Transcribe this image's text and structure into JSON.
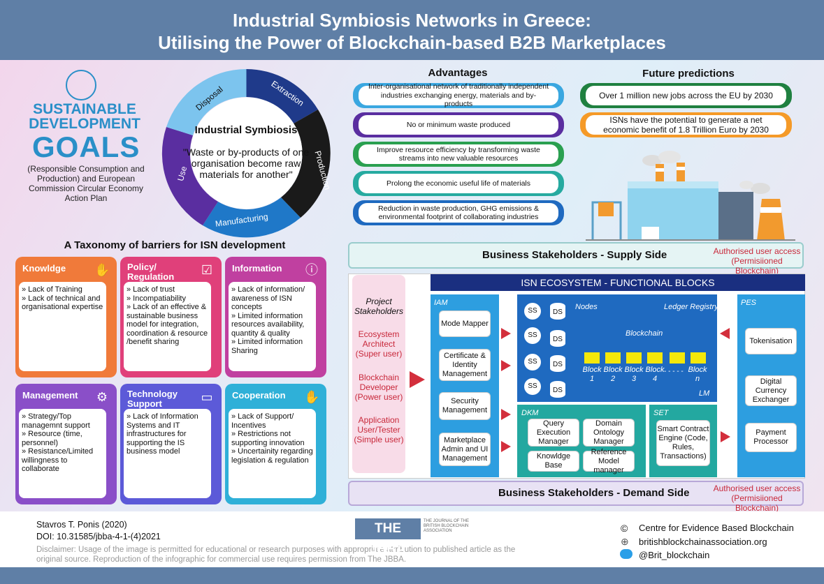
{
  "header": {
    "line1": "Industrial Symbiosis Networks in Greece:",
    "line2": "Utilising the Power of Blockchain-based B2B Marketplaces"
  },
  "sdg": {
    "line1": "SUSTAINABLE",
    "line2": "DEVELOPMENT",
    "line3": "GOALS",
    "sub": "(Responsible Consumption and Production) and European Commission Circular Economy Action Plan"
  },
  "symbiosis": {
    "title": "Industrial Symbiosis",
    "quote": "\"Waste or by-products of one organisation  become raw materials for another\"",
    "ring": [
      "Disposal",
      "Extraction",
      "Production",
      "Manufacturing",
      "Use"
    ]
  },
  "advantages": {
    "title": "Advantages",
    "items": [
      "Inter-organisational network of traditionally independent industries exchanging energy, materials and by-products",
      "No or minimum waste produced",
      "Improve resource efficiency by transforming waste streams into new valuable resources",
      "Prolong the economic useful life of materials",
      "Reduction in waste production, GHG emissions & environmental footprint of collaborating industries"
    ]
  },
  "future": {
    "title": "Future predictions",
    "items": [
      "Over 1 million new jobs across the EU by 2030",
      "ISNs have the potential to generate a net economic benefit of 1.8 Trillion Euro by 2030"
    ]
  },
  "barriers": {
    "title": "A Taxonomy of barriers for ISN development",
    "cards": [
      {
        "title": "Knowldge",
        "items": [
          "» Lack of Training",
          "» Lack of technical and organisational expertise"
        ]
      },
      {
        "title": "Policy/ Regulation",
        "items": [
          "» Lack of trust",
          "» Incompatiability",
          "» Lack of an effective & sustainable business model for integration, coordination & resource /benefit sharing"
        ]
      },
      {
        "title": "Information",
        "items": [
          "» Lack of information/ awareness of ISN concepts",
          "» Limited information resources availability, quantity & quality",
          "» Limited information Sharing"
        ]
      },
      {
        "title": "Management",
        "items": [
          "» Strategy/Top managemnt support",
          "» Resource (time, personnel)",
          "» Resistance/Limited willingness to collaborate"
        ]
      },
      {
        "title": "Technology Support",
        "items": [
          "» Lack of Information Systems and IT infrastructures for supporting the IS business model"
        ]
      },
      {
        "title": "Cooperation",
        "items": [
          "» Lack of Support/ Incentives",
          "» Restrictions not supporting innovation",
          "» Uncertainity regarding legislation & regulation"
        ]
      }
    ]
  },
  "ecosystem": {
    "supply": "Business Stakeholders - Supply Side",
    "demand": "Business Stakeholders - Demand Side",
    "access": "Authorised user access",
    "access2": "(Permisiioned Blockchain)",
    "title": "ISN ECOSYSTEM - FUNCTIONAL BLOCKS",
    "project": {
      "title": "Project Stakeholders",
      "roles": [
        "Ecosystem Architect (Super user)",
        "Blockchain Developer (Power user)",
        "Application User/Tester (Simple user)"
      ]
    },
    "iam": {
      "label": "IAM",
      "items": [
        "Mode Mapper",
        "Certificate & Identity Management",
        "Security Management",
        "Marketplace Admin and UI Management"
      ]
    },
    "ledger": {
      "nodes": "Nodes",
      "registry": "Ledger Registry",
      "blockchain": "Blockchain",
      "lm": "LM",
      "ss": "SS",
      "ds": "DS",
      "blocks": [
        "Block 1",
        "Block 2",
        "Block 3",
        "Block 4",
        "Block n"
      ],
      "dots": "- - - - -"
    },
    "dkm": {
      "label": "DKM",
      "items": [
        "Query Execution Manager",
        "Domain Ontology Manager",
        "Knowldge Base",
        "Reference Model manager"
      ]
    },
    "set": {
      "label": "SET",
      "items": [
        "Smart Contract Engine (Code, Rules, Transactions)"
      ]
    },
    "pes": {
      "label": "PES",
      "items": [
        "Tokenisation",
        "Digital Currency Exchanger",
        "Payment Processor"
      ]
    }
  },
  "footer": {
    "author": "Stavros T. Ponis (2020)",
    "doi": "DOI: 10.31585/jbba-4-1-(4)2021",
    "disclaimer": "Disclaimer: Usage of the image is permitted for educational or research purposes with appropriate attribution to published article as the original source. Reproduction of the infographic for commercial use requires permission from The JBBA.",
    "jbba": "THE JBBA",
    "jbba_sub": "THE JOURNAL OF THE BRITISH BLOCKCHAIN ASSOCIATION",
    "links": [
      "Centre for Evidence Based Blockchain",
      "britishblockchainassociation.org",
      "@Brit_blockchain"
    ]
  },
  "colors": {
    "header": "#5f7fa6",
    "knowledge": "#f07a3a",
    "policy": "#e0407a",
    "information": "#c040a0",
    "management": "#8a4fc8",
    "technology": "#5c5ad8",
    "cooperation": "#2fb0d8"
  }
}
